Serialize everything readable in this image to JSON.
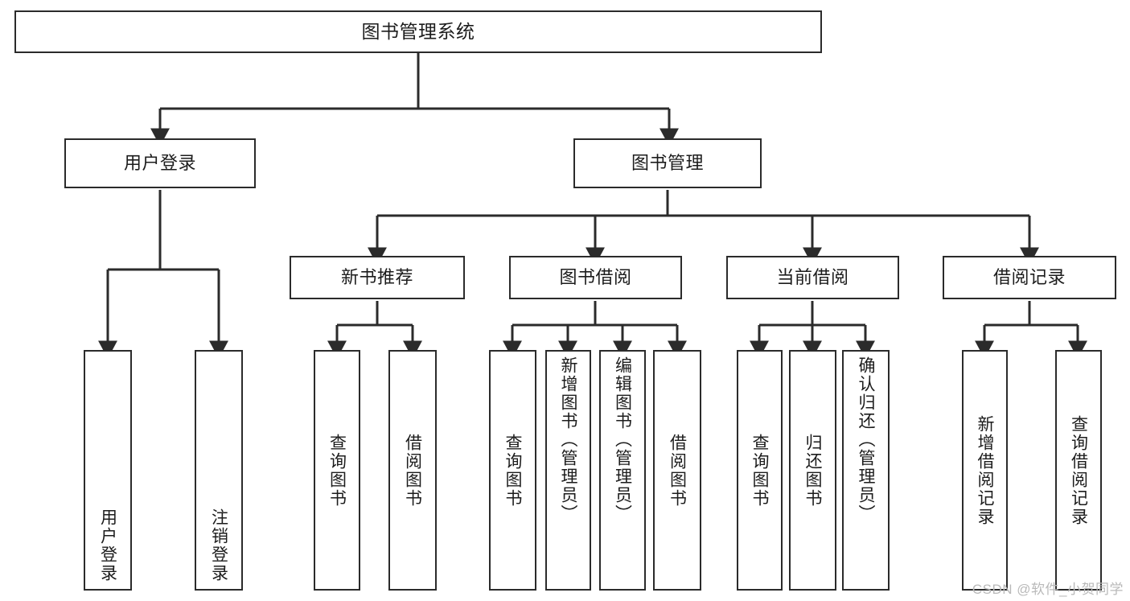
{
  "diagram": {
    "title": "图书管理系统",
    "stroke_color": "#2b2b2b",
    "text_color": "#1c1c1c",
    "background": "#ffffff",
    "watermark": "CSDN @软件_小贺同学"
  },
  "nodes": {
    "root": {
      "label": "图书管理系统"
    },
    "level2": [
      {
        "label": "用户登录"
      },
      {
        "label": "图书管理"
      }
    ],
    "level3": [
      {
        "label": "新书推荐"
      },
      {
        "label": "图书借阅"
      },
      {
        "label": "当前借阅"
      },
      {
        "label": "借阅记录"
      }
    ],
    "leaves": {
      "user_login": [
        {
          "label": "用户登录"
        },
        {
          "label": "注销登录"
        }
      ],
      "new_book_recommend": [
        {
          "label": "查询图书"
        },
        {
          "label": "借阅图书"
        }
      ],
      "book_borrow": [
        {
          "label": "查询图书"
        },
        {
          "label": "新增图书（管理员）"
        },
        {
          "label": "编辑图书（管理员）"
        },
        {
          "label": "借阅图书"
        }
      ],
      "current_borrow": [
        {
          "label": "查询图书"
        },
        {
          "label": "归还图书"
        },
        {
          "label": "确认归还（管理员）"
        }
      ],
      "borrow_record": [
        {
          "label": "新增借阅记录"
        },
        {
          "label": "查询借阅记录"
        }
      ]
    }
  }
}
